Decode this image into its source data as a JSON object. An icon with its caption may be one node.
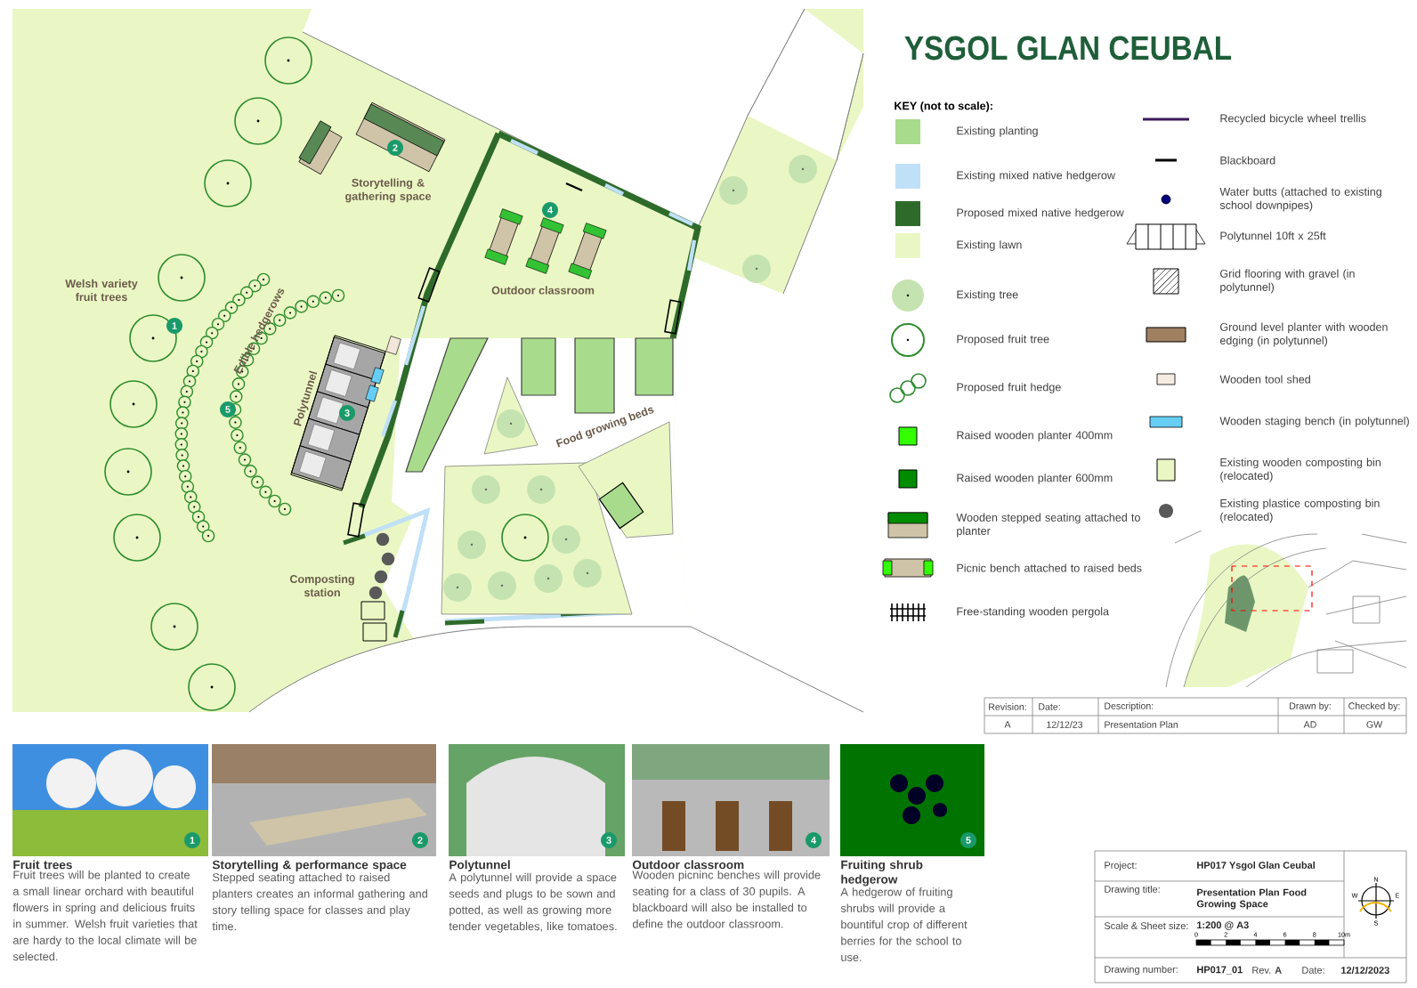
{
  "diagram": {
    "title": "YSGOL GLAN CEUBAL",
    "labels": [
      "2",
      "Storytelling & gathering space",
      "4",
      "Outdoor classroom",
      "Welsh variety fruit trees",
      "1",
      "Edible hedgerows",
      "Polytunnel",
      "5",
      "3",
      "Food growing beds",
      "Composting station",
      "KEY (not to scale):",
      "Revision:",
      "Date:",
      "Description:",
      "Drawn by:",
      "Checked by:",
      "A",
      "12/12/23",
      "Presentation Plan",
      "AD",
      "GW",
      "1",
      "Fruit trees",
      "Fruit trees will be planted to create a small linear orchard with beautiful flowers in spring and delicious fruits in summer. Welsh fruit varieties that are hardy to the local climate will be selected.",
      "2",
      "Storytelling & performance space",
      "Stepped seating attached to raised planters creates an informal gathering and story telling space for classes and play time.",
      "3",
      "Polytunnel",
      "A polytunnel will provide a space seeds and plugs to be sown and potted, as well as growing more tender vegetables, like tomatoes.",
      "4",
      "Outdoor classroom",
      "Wooden picninc benches will provide seating for a class of 30 pupils. A blackboard will also be installed to define the outdoor classroom.",
      "5",
      "Fruiting shrub hedgerow",
      "A hedgerow of fruiting shrubs will provide a bountiful crop of different berries for the school to use.",
      "Project:",
      "HP017 Ysgol Glan Ceubal",
      "Drawing title:",
      "Presentation Plan Food Growing Space",
      "Scale & Sheet size:",
      "1:200 @ A3",
      "0",
      "2",
      "4",
      "6",
      "8",
      "10m",
      "N",
      "W",
      "E",
      "S",
      "Drawing number:",
      "HP017_01",
      "Rev. **A**",
      "Date:",
      "12/12/2023"
    ],
    "legend": [
      {
        "text": "Existing planting",
        "color": "#a8dc8c"
      },
      {
        "text": "Existing mixed native hedgerow",
        "color": "#bfe0f7"
      },
      {
        "text": "Proposed mixed native hedgerow",
        "color": "#2e6b2b"
      },
      {
        "text": "Existing lawn",
        "color": "#eaf7c4"
      },
      {
        "text": "Existing tree"
      },
      {
        "text": "Proposed fruit tree"
      },
      {
        "text": "Proposed fruit hedge"
      },
      {
        "text": "Raised wooden planter 400mm"
      },
      {
        "text": "Raised wooden planter 600mm"
      },
      {
        "text": "Wooden stepped seating attached to planter"
      },
      {
        "text": "Picnic bench attached to raised beds"
      },
      {
        "text": "Free-standing wooden pergola"
      },
      {
        "text": "Recycled bicycle wheel trellis"
      },
      {
        "text": "Blackboard"
      },
      {
        "text": "Water butts (attached to existing school downpipes)"
      },
      {
        "text": "Polytunnel 10ft x 25ft"
      },
      {
        "text": "Grid flooring with gravel (in polytunnel)"
      },
      {
        "text": "Ground level planter with wooden edging (in polytunnel)"
      },
      {
        "text": "Wooden tool shed"
      },
      {
        "text": "Wooden staging bench (in polytunnel)"
      },
      {
        "text": "Existing wooden composting bin (relocated)"
      },
      {
        "text": "Existing plastice composting bin (relocated)"
      }
    ]
  }
}
